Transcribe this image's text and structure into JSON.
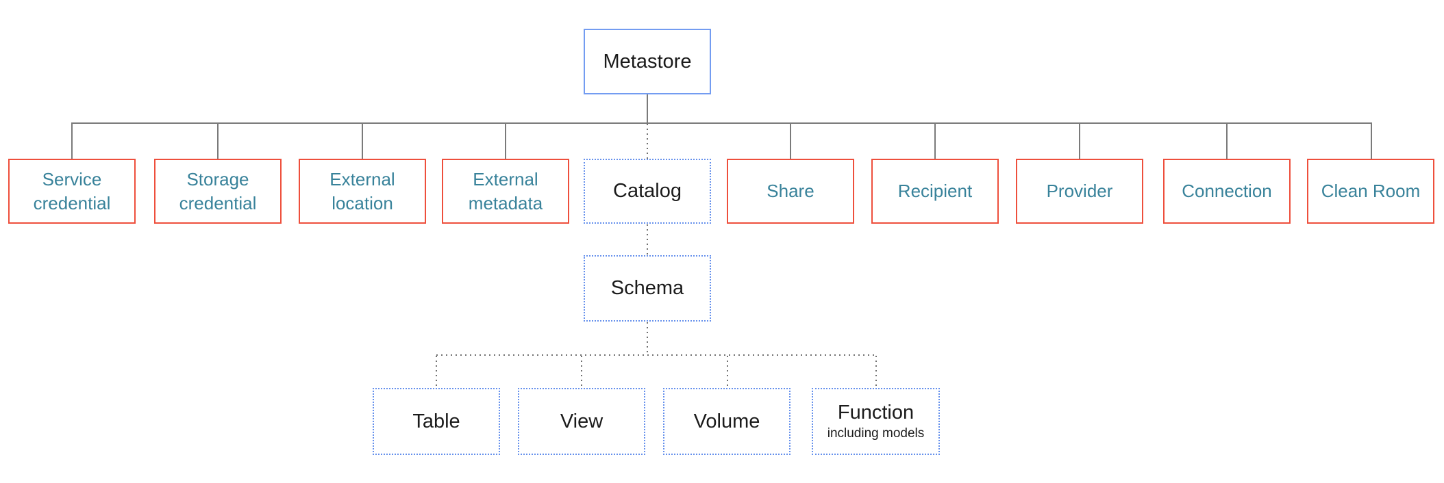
{
  "colors": {
    "red_border": "#EE4F3C",
    "teal_text": "#38829A",
    "blue_solid_border": "#739CF1",
    "blue_dotted_border": "#6590EC",
    "connector_solid_gray": "#7A7A7A",
    "connector_dotted_gray": "#6F6F6F",
    "label_black": "#1B1B1B"
  },
  "diagram": {
    "root": {
      "label": "Metastore"
    },
    "level1": [
      {
        "label": "Service credential"
      },
      {
        "label": "Storage credential"
      },
      {
        "label": "External location"
      },
      {
        "label": "External metadata"
      },
      {
        "label": "Catalog"
      },
      {
        "label": "Share"
      },
      {
        "label": "Recipient"
      },
      {
        "label": "Provider"
      },
      {
        "label": "Connection"
      },
      {
        "label": "Clean Room"
      }
    ],
    "level2": {
      "label": "Schema"
    },
    "level3": [
      {
        "label": "Table"
      },
      {
        "label": "View"
      },
      {
        "label": "Volume"
      },
      {
        "label": "Function",
        "sublabel": "including models"
      }
    ]
  }
}
